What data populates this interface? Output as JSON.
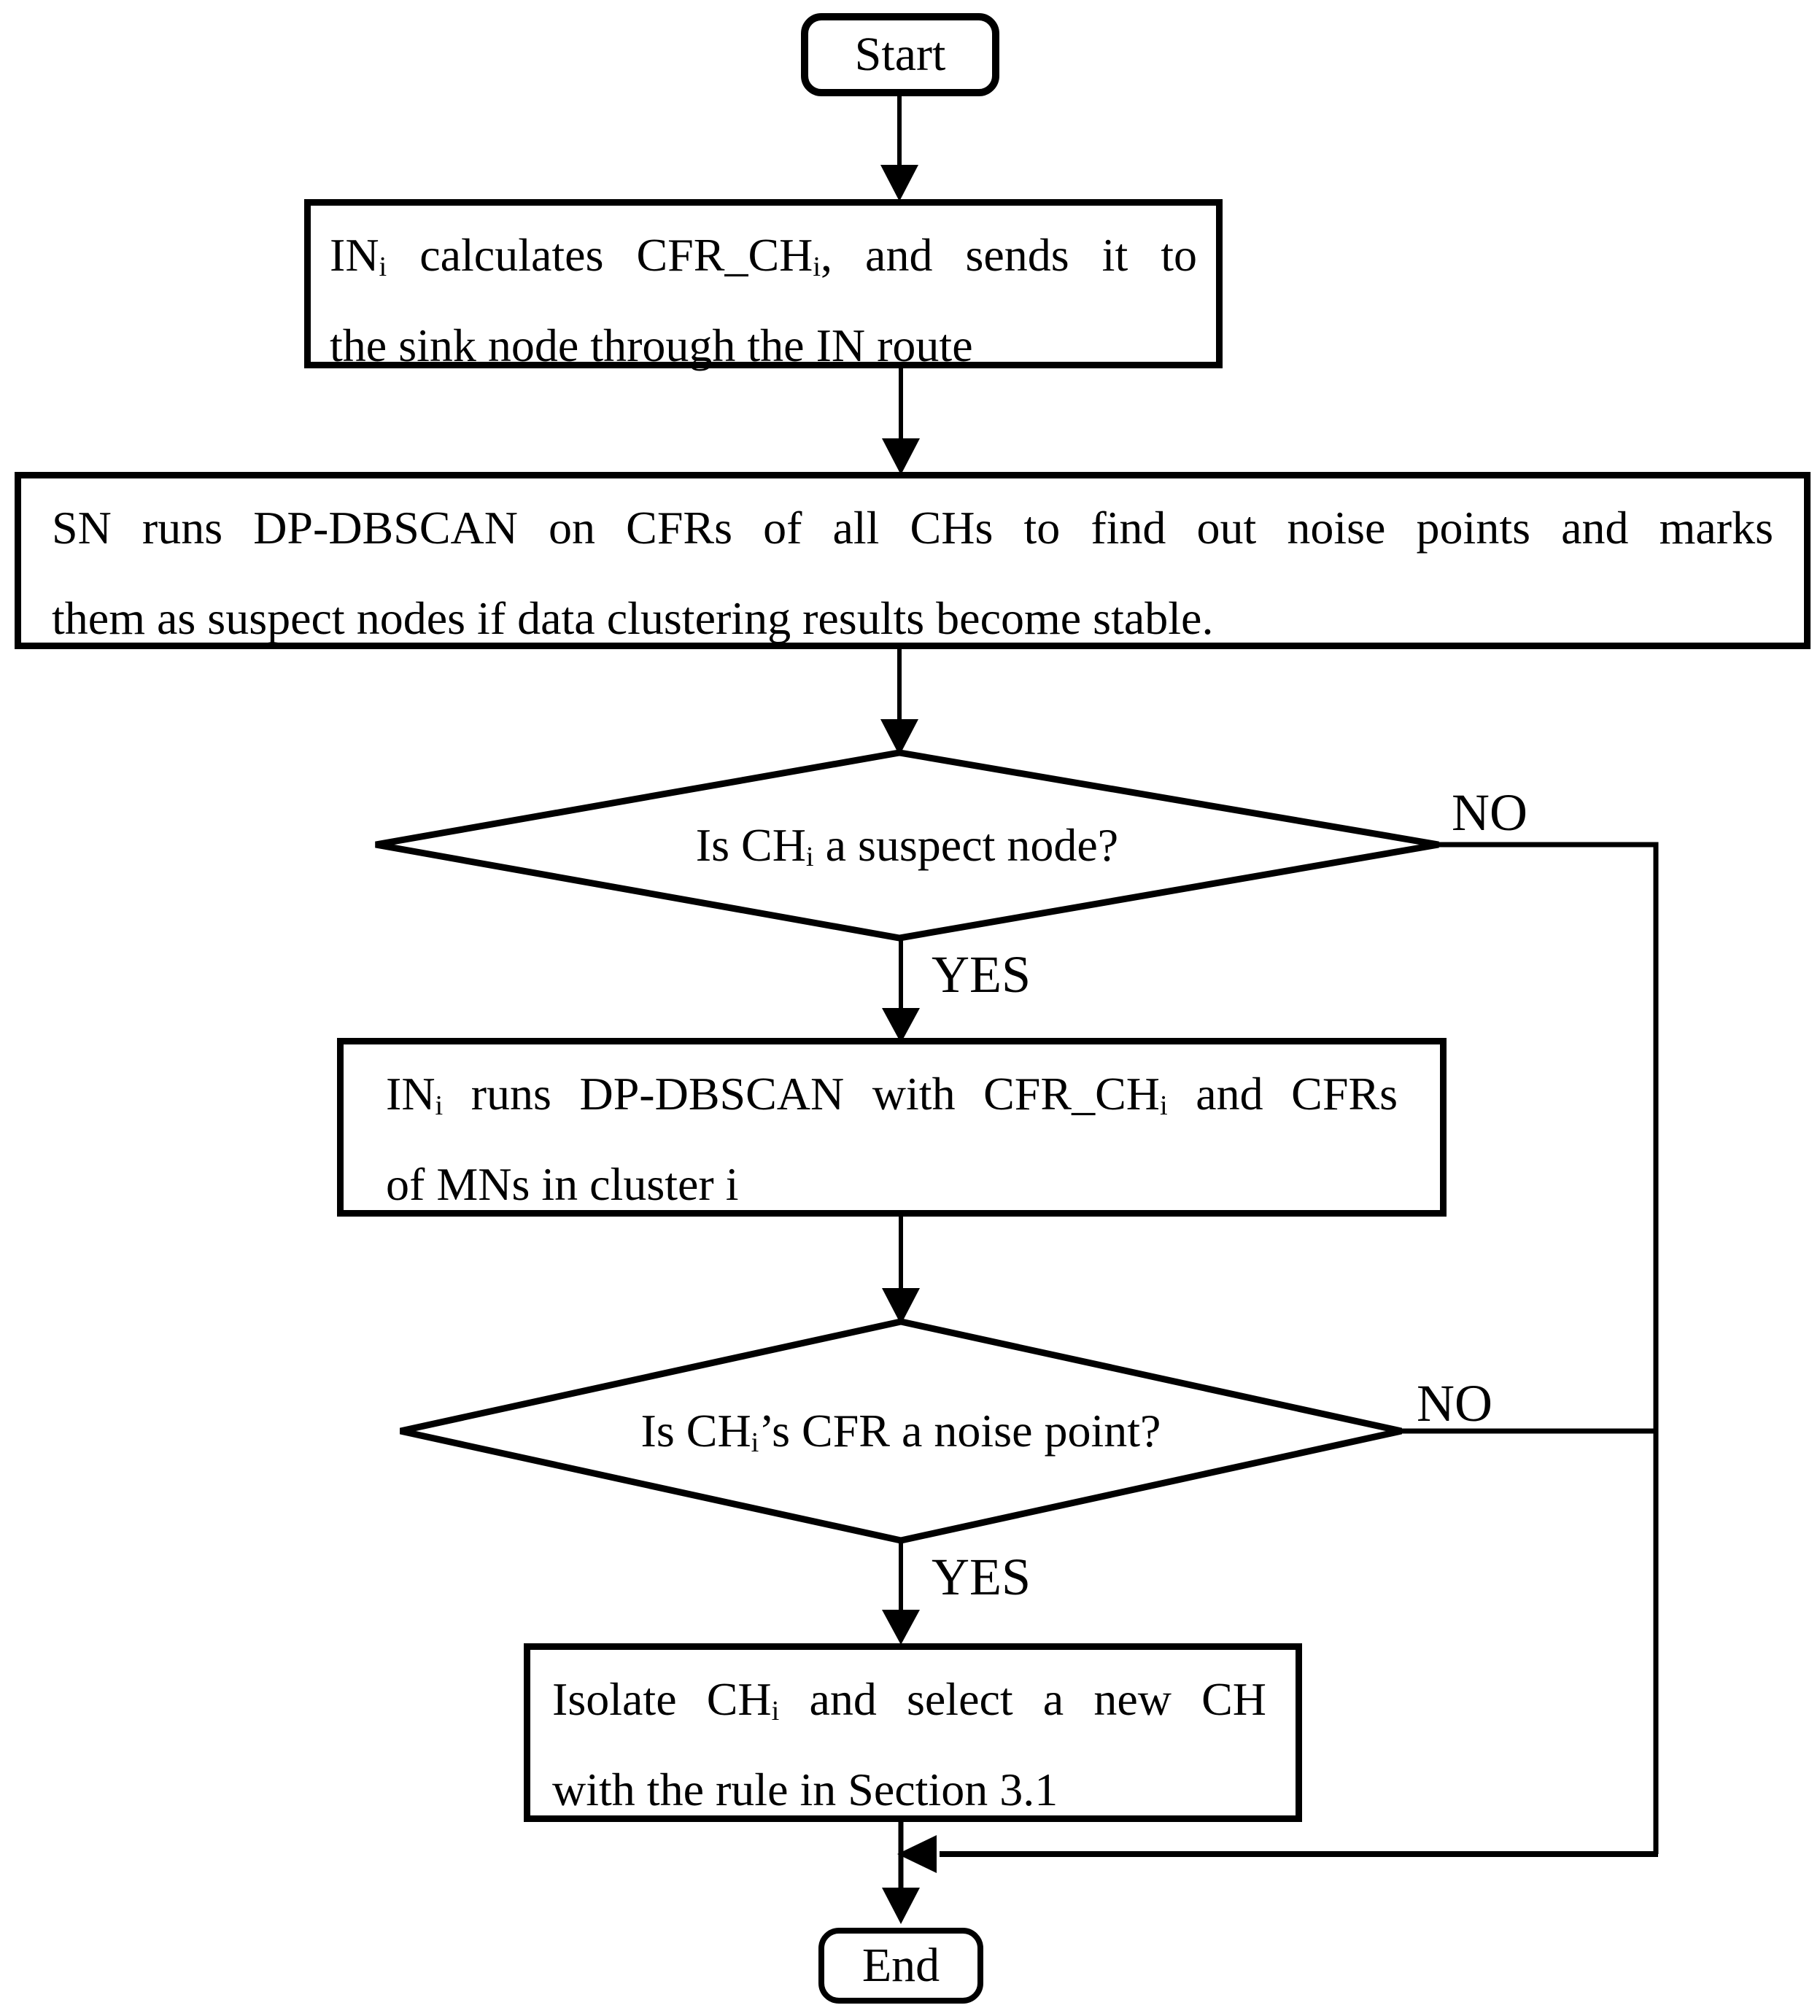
{
  "flowchart": {
    "colors": {
      "ink": "#000000",
      "background": "#ffffff"
    },
    "nodes": {
      "start": {
        "type": "terminator",
        "label": "Start"
      },
      "calc_send": {
        "type": "process",
        "line1": "IN{sub:i} calculates CFR_CH{sub:i}, and sends it to",
        "line2": "the sink node through the IN route"
      },
      "sn_dbscan": {
        "type": "process",
        "line1": "SN runs DP-DBSCAN on CFRs of all CHs to find out noise points and marks",
        "line2": "them as suspect nodes if data clustering results become stable."
      },
      "suspect_check": {
        "type": "decision",
        "label": "Is CH{sub:i} a suspect node?"
      },
      "in_dbscan": {
        "type": "process",
        "line1": "IN{sub:i} runs DP-DBSCAN with CFR_CH{sub:i} and CFRs",
        "line2": "of MNs in cluster i"
      },
      "noise_check": {
        "type": "decision",
        "label": "Is CH{sub:i}’s CFR a noise point?"
      },
      "isolate_select": {
        "type": "process",
        "line1": "Isolate CH{sub:i} and select a new CH",
        "line2": "with the rule in Section 3.1"
      },
      "end": {
        "type": "terminator",
        "label": "End"
      }
    },
    "edges": {
      "suspect_yes": "YES",
      "suspect_no": "NO",
      "noise_yes": "YES",
      "noise_no": "NO"
    }
  }
}
